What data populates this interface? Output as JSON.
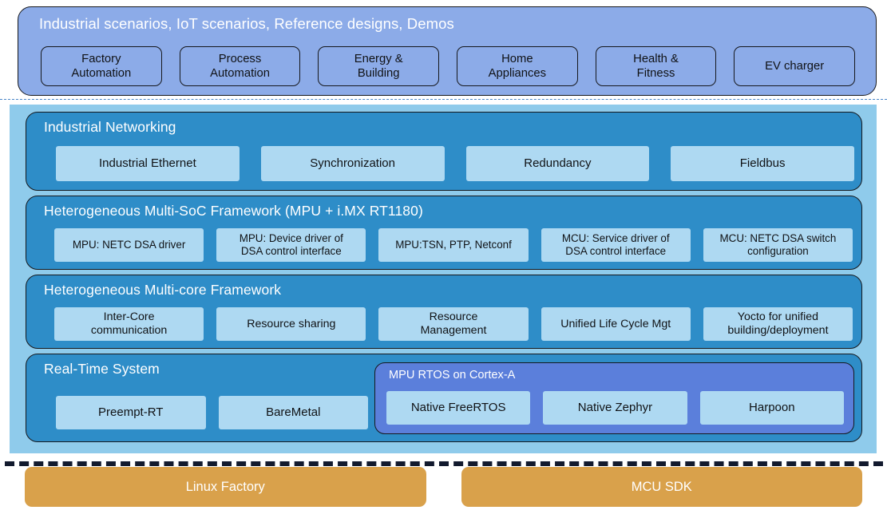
{
  "scenarios": {
    "title": "Industrial scenarios, IoT scenarios, Reference designs, Demos",
    "chips": [
      {
        "label": "Factory\nAutomation"
      },
      {
        "label": "Process\nAutomation"
      },
      {
        "label": "Energy &\nBuilding"
      },
      {
        "label": "Home\nAppliances"
      },
      {
        "label": "Health &\nFitness"
      },
      {
        "label": "EV charger"
      }
    ]
  },
  "layers": [
    {
      "title": "Industrial Networking",
      "chips": [
        {
          "label": "Industrial Ethernet"
        },
        {
          "label": "Synchronization"
        },
        {
          "label": "Redundancy"
        },
        {
          "label": "Fieldbus"
        }
      ]
    },
    {
      "title": "Heterogeneous Multi-SoC Framework (MPU + i.MX RT1180)",
      "chips": [
        {
          "label": "MPU: NETC DSA driver"
        },
        {
          "label": "MPU: Device driver of\nDSA control interface"
        },
        {
          "label": "MPU:TSN, PTP, Netconf"
        },
        {
          "label": "MCU: Service driver of\nDSA control interface"
        },
        {
          "label": "MCU: NETC DSA switch\nconfiguration"
        }
      ]
    },
    {
      "title": "Heterogeneous Multi-core Framework",
      "chips": [
        {
          "label": "Inter-Core\ncommunication"
        },
        {
          "label": "Resource sharing"
        },
        {
          "label": "Resource\nManagement"
        },
        {
          "label": "Unified Life Cycle Mgt"
        },
        {
          "label": "Yocto for unified\nbuilding/deployment"
        }
      ]
    },
    {
      "title": "Real-Time System",
      "chips": [
        {
          "label": "Preempt-RT"
        },
        {
          "label": "BareMetal"
        }
      ],
      "subpanel": {
        "title": "MPU RTOS on Cortex-A",
        "chips": [
          {
            "label": "Native FreeRTOS"
          },
          {
            "label": "Native Zephyr"
          },
          {
            "label": "Harpoon"
          }
        ]
      }
    }
  ],
  "bottom": {
    "boxes": [
      {
        "label": "Linux Factory"
      },
      {
        "label": "MCU SDK"
      }
    ]
  },
  "colors": {
    "scenarios_band": "#8cabe8",
    "stack_background": "#8fcbeb",
    "layer": "#2e8dc8",
    "chip": "#aed9f2",
    "rtos_panel": "#5b7fdb",
    "bottom_box": "#d9a14b",
    "divider_thin": "#4a86c8",
    "divider_thick": "#121a2e",
    "outline": "#16181d"
  }
}
